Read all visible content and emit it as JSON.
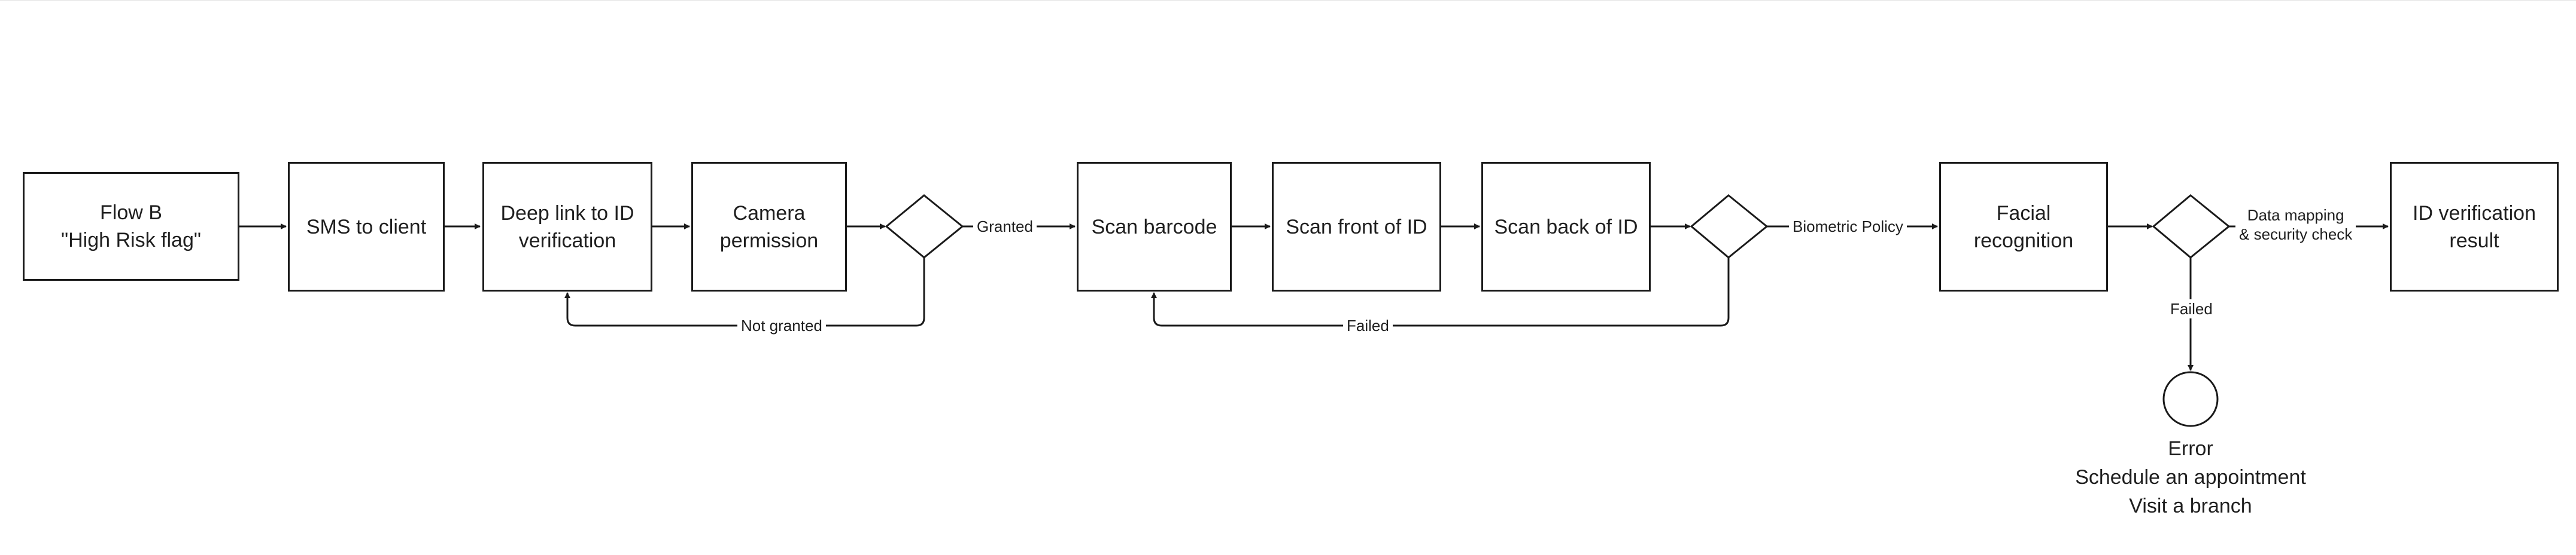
{
  "diagram": {
    "nodes": {
      "flow_b": "Flow B\n\"High Risk flag\"",
      "sms": "SMS to client",
      "deep_link": "Deep link to ID\nverification",
      "camera": "Camera\npermission",
      "scan_barcode": "Scan barcode",
      "scan_front": "Scan front of ID",
      "scan_back": "Scan back of ID",
      "facial": "Facial\nrecognition",
      "result": "ID verification\nresult"
    },
    "edge_labels": {
      "granted": "Granted",
      "not_granted": "Not granted",
      "failed_scan": "Failed",
      "biometric_policy": "Biometric Policy",
      "data_mapping": "Data mapping\n& security check",
      "failed_facial": "Failed"
    },
    "end_state": {
      "line1": "Error",
      "line2": "Schedule an appointment",
      "line3": "Visit a branch"
    }
  },
  "colors": {
    "stroke": "#1a1a1a",
    "background": "#ffffff",
    "text": "#1f1f1f"
  }
}
